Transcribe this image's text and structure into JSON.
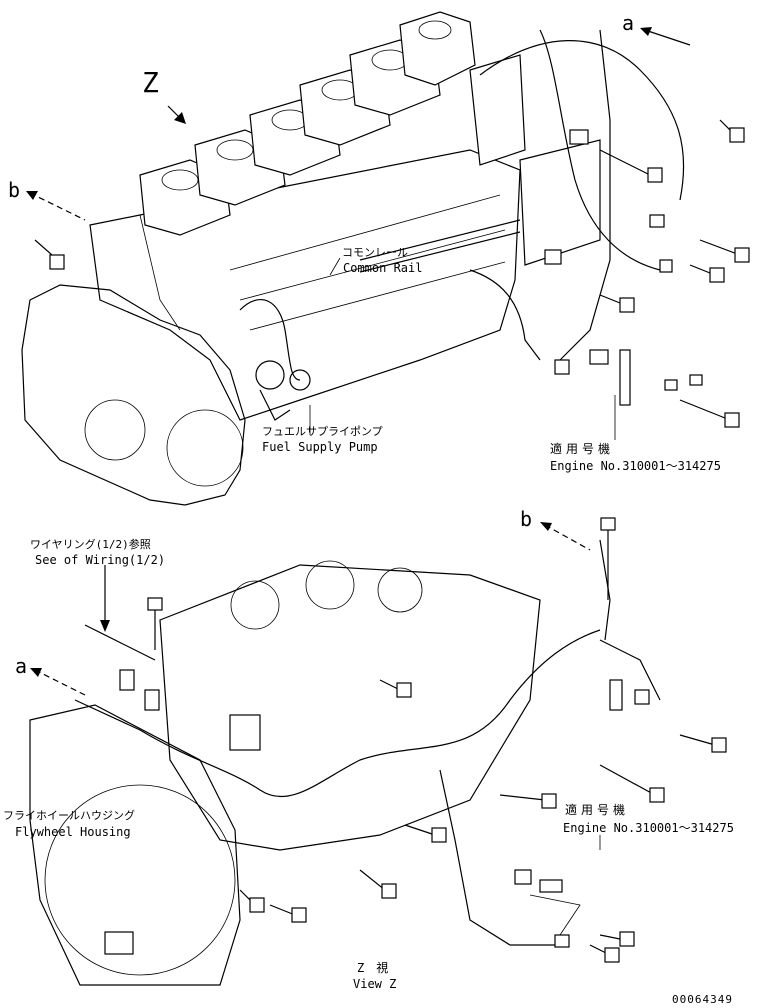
{
  "labels": {
    "view_z_marker": "Z",
    "ref_a_top": "a",
    "ref_b_left": "b",
    "ref_b_bottom": "b",
    "ref_a_bottom": "a",
    "common_rail_jp": "コモンレール",
    "common_rail_en": "Common Rail",
    "fuel_pump_jp": "フュエルサプライポンプ",
    "fuel_pump_en": "Fuel Supply Pump",
    "applicable_jp_top": "適用号機",
    "engine_no_top": "Engine No.310001～314275",
    "wiring_ref_jp": "ワイヤリング(1/2)参照",
    "wiring_ref_en": "See of Wiring(1/2)",
    "flywheel_jp": "フライホイールハウジング",
    "flywheel_en": "Flywheel Housing",
    "applicable_jp_bottom": "適用号機",
    "engine_no_bottom": "Engine No.310001～314275",
    "view_z_jp": "Z　視",
    "view_z_en": "View Z",
    "drawing_number": "00064349"
  }
}
